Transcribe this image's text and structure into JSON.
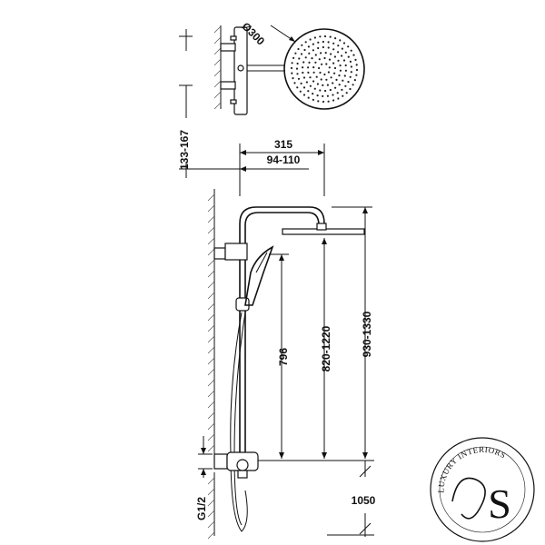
{
  "dimensions": {
    "head_diameter": "Ø300",
    "wall_offset": "133-167",
    "arm_reach": "315",
    "bar_to_wall": "94-110",
    "hand_shower_height": "796",
    "head_height_adjust": "820-1220",
    "total_height": "930-1330",
    "floor_height": "1050",
    "inlet_thread": "G1/2"
  },
  "logo": {
    "text": "LUXURY INTERIORS",
    "monogram": "S"
  },
  "colors": {
    "line": "#111111",
    "background": "#ffffff"
  }
}
